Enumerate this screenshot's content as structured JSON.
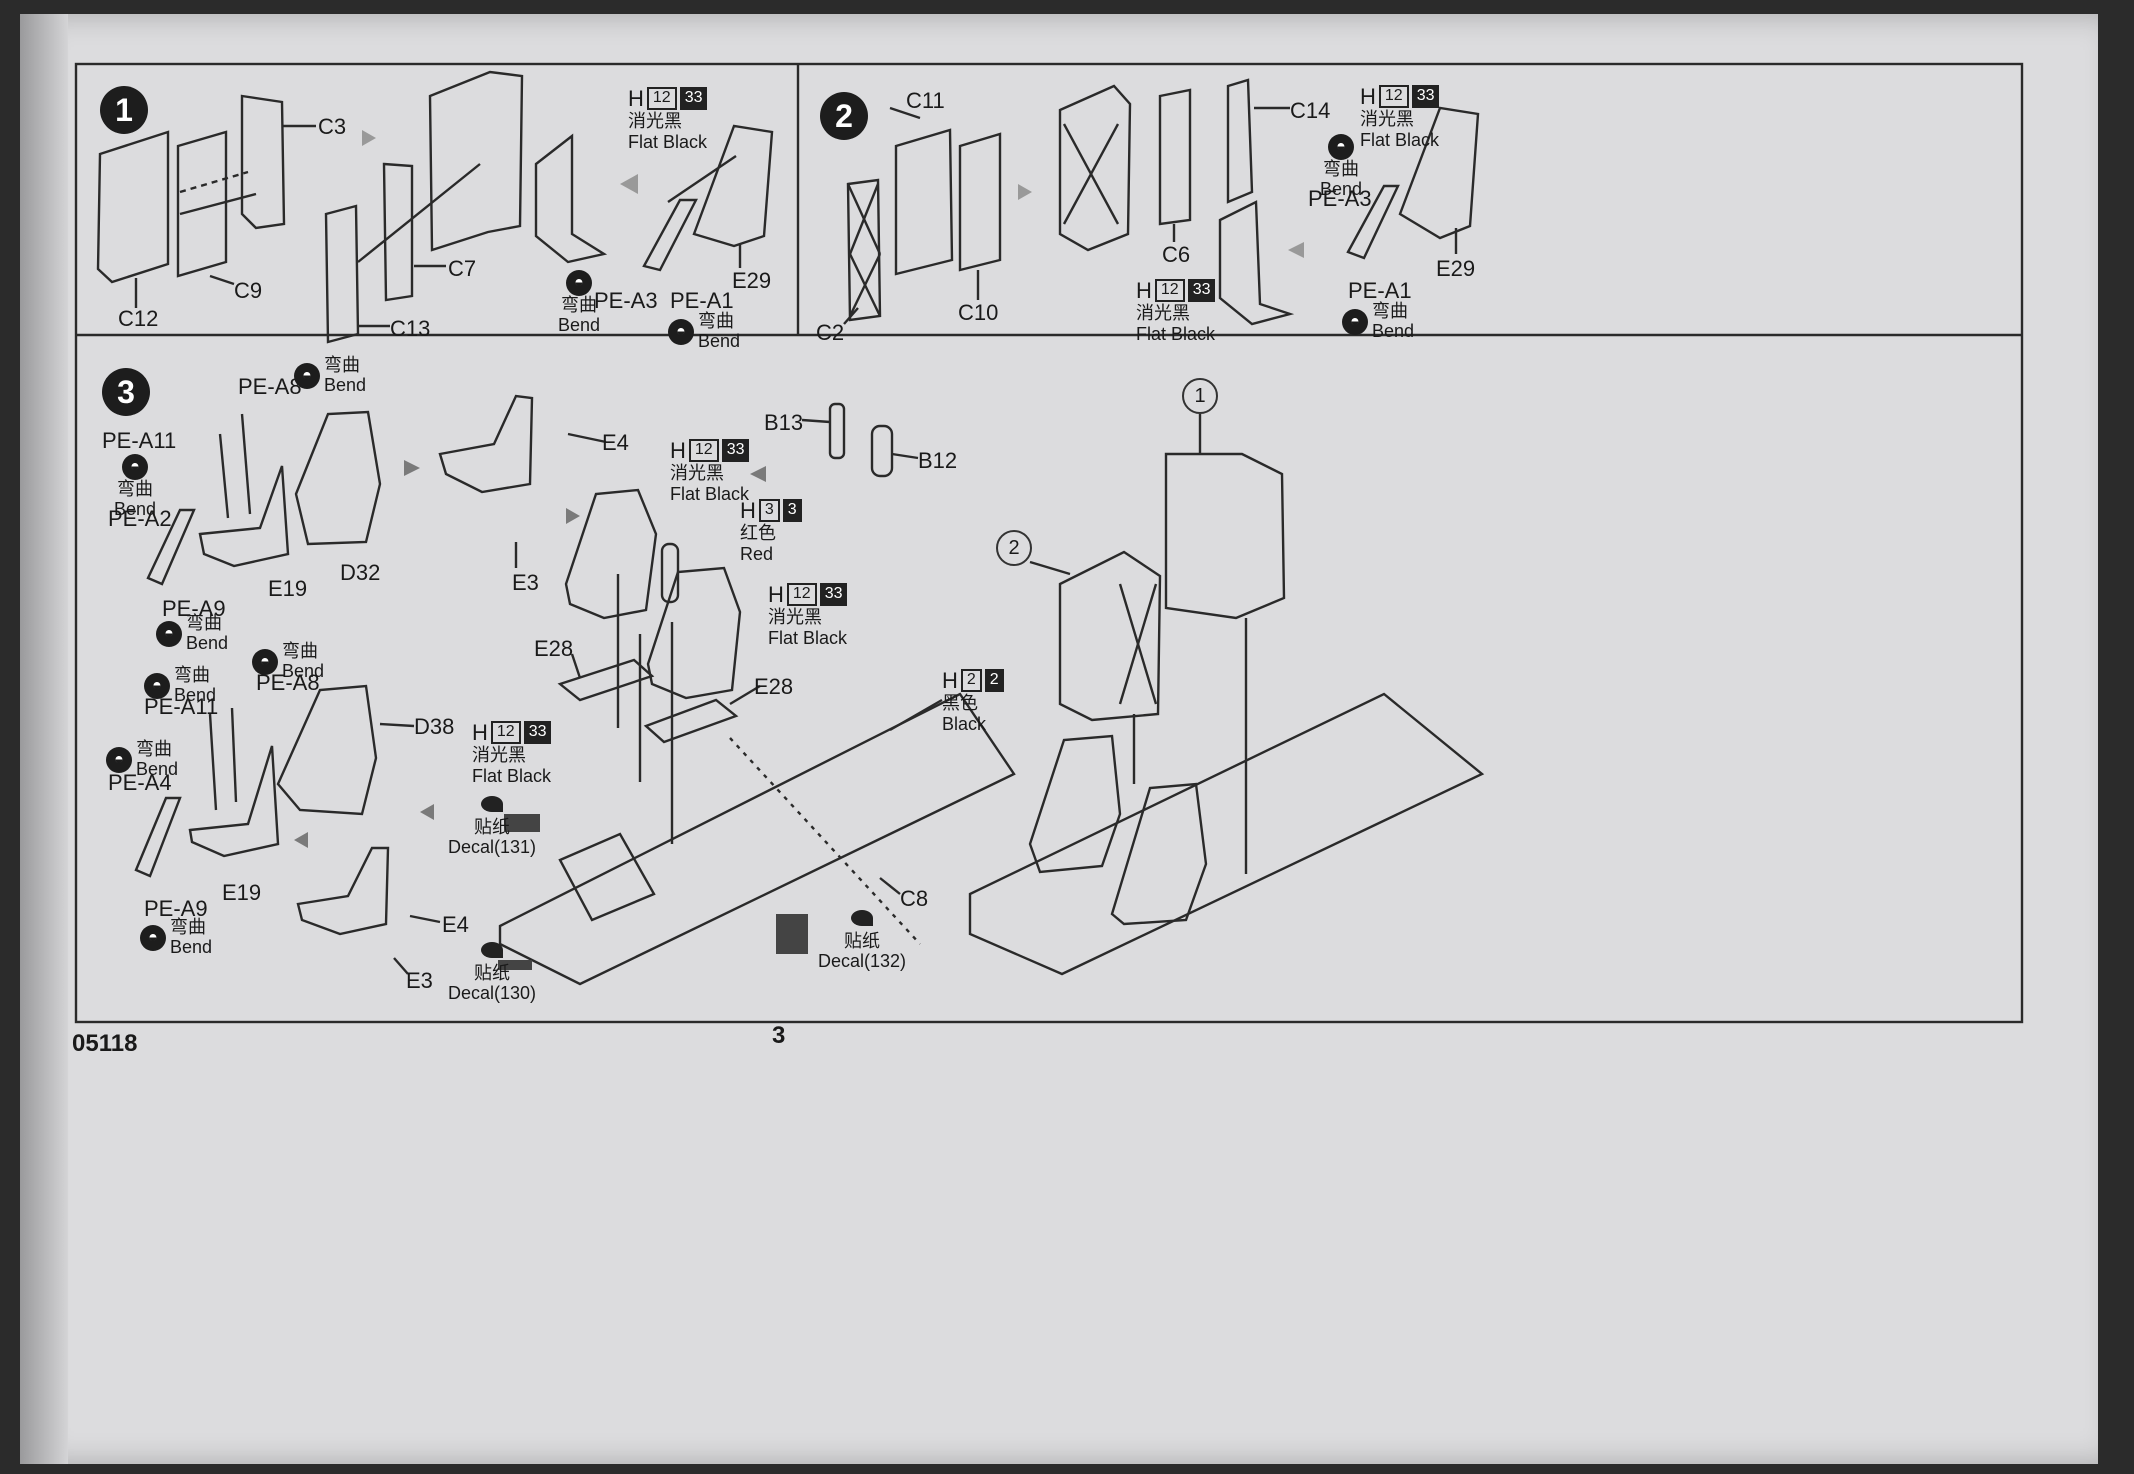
{
  "footer": {
    "kit_number": "05118",
    "page_number": "3"
  },
  "steps": {
    "s1": {
      "number": "1",
      "parts": {
        "c3": "C3",
        "c9": "C9",
        "c12": "C12",
        "c7": "C7",
        "c13": "C13",
        "e29": "E29",
        "pe_a3": "PE-A3",
        "pe_a1": "PE-A1"
      }
    },
    "s2": {
      "number": "2",
      "parts": {
        "c11": "C11",
        "c14": "C14",
        "c6": "C6",
        "c10": "C10",
        "c2": "C2",
        "pe_a3": "PE-A3",
        "pe_a1": "PE-A1",
        "e29": "E29"
      }
    },
    "s3": {
      "number": "3",
      "parts": {
        "pe_a8": "PE-A8",
        "pe_a11": "PE-A11",
        "pe_a2": "PE-A2",
        "pe_a9": "PE-A9",
        "e19": "E19",
        "d32": "D32",
        "e4": "E4",
        "e3": "E3",
        "b13": "B13",
        "b12": "B12",
        "e28": "E28",
        "c8": "C8",
        "pe_a4": "PE-A4",
        "d38": "D38"
      }
    }
  },
  "callouts": {
    "one": "1",
    "two": "2"
  },
  "paint": {
    "flat_black": {
      "h": "H",
      "c1": "12",
      "c2": "33",
      "cn": "消光黑",
      "en": "Flat Black"
    },
    "red": {
      "h": "H",
      "c1": "3",
      "c2": "3",
      "cn": "红色",
      "en": "Red"
    },
    "black": {
      "h": "H",
      "c1": "2",
      "c2": "2",
      "cn": "黑色",
      "en": "Black"
    }
  },
  "bend": {
    "icon": "◓",
    "cn": "弯曲",
    "en": "Bend"
  },
  "decals": {
    "d131": "Decal(131)",
    "d130": "Decal(130)",
    "d132": "Decal(132)",
    "cn": "贴纸"
  }
}
